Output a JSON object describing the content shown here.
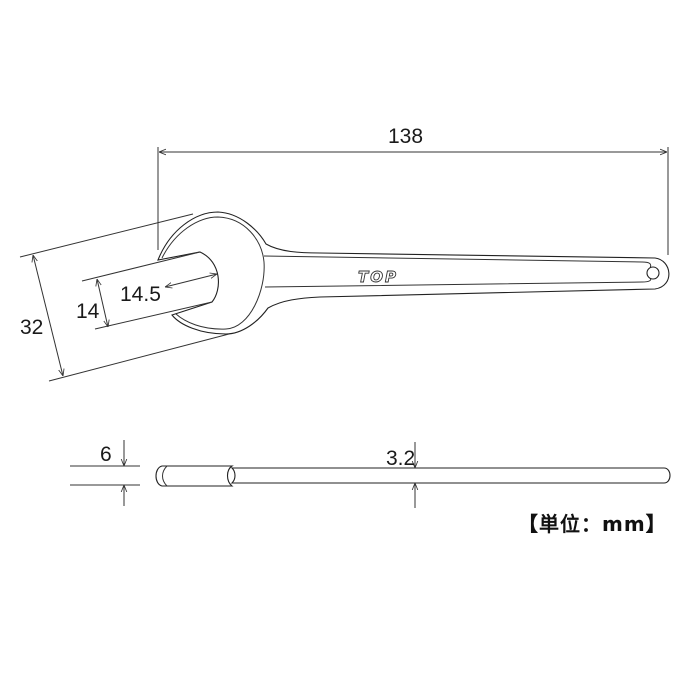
{
  "drawing": {
    "logo": "TOP",
    "dimensions": {
      "overall_length": "138",
      "head_width": "32",
      "jaw_opening": "14",
      "jaw_depth": "14.5",
      "head_thickness": "6",
      "handle_thickness": "3.2"
    },
    "unit_label": "【単位：mm】",
    "line_color": "#222222"
  }
}
